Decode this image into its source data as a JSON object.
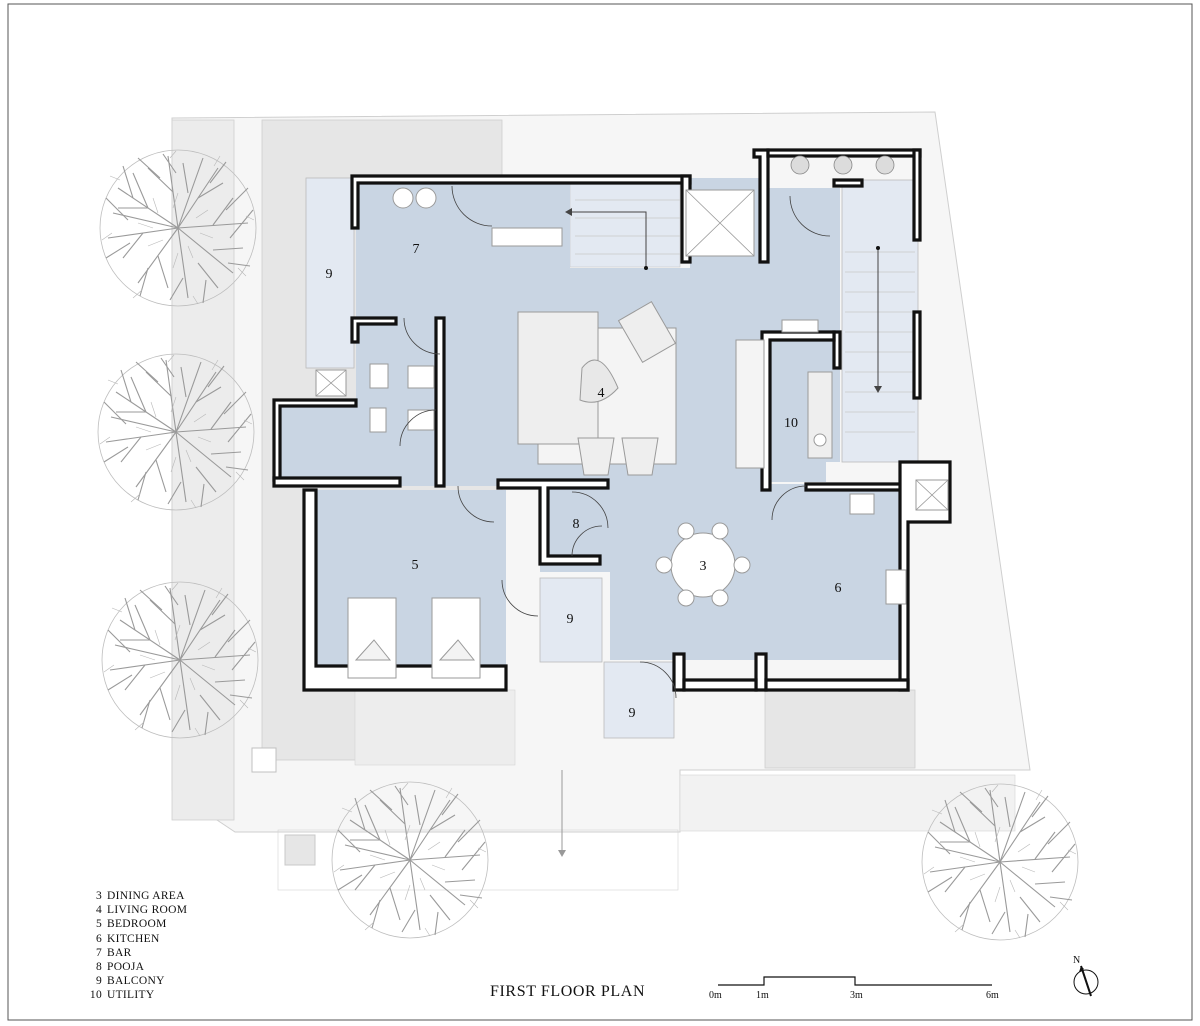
{
  "plan": {
    "title": "FIRST FLOOR PLAN",
    "rooms": [
      {
        "num": "7"
      },
      {
        "num": "9"
      },
      {
        "num": "4"
      },
      {
        "num": "10"
      },
      {
        "num": "5"
      },
      {
        "num": "8"
      },
      {
        "num": "3"
      },
      {
        "num": "6"
      },
      {
        "num": "9"
      },
      {
        "num": "9"
      }
    ],
    "legend": [
      {
        "num": "3",
        "label": "DINING AREA"
      },
      {
        "num": "4",
        "label": "LIVING ROOM"
      },
      {
        "num": "5",
        "label": "BEDROOM"
      },
      {
        "num": "6",
        "label": "KITCHEN"
      },
      {
        "num": "7",
        "label": "BAR"
      },
      {
        "num": "8",
        "label": "POOJA"
      },
      {
        "num": "9",
        "label": "BALCONY"
      },
      {
        "num": "10",
        "label": "UTILITY"
      }
    ],
    "scale": [
      "0m",
      "1m",
      "3m",
      "6m"
    ],
    "north_label": "N"
  },
  "colors": {
    "floor": "#c9d5e3",
    "balcony": "#e3e9f2",
    "wall": "#111111",
    "site": "#ececec",
    "tree": "#9a9a9a"
  },
  "icons": [
    "tree-icon",
    "north-arrow-icon",
    "bed-icon",
    "sofa-icon",
    "chair-icon",
    "sink-icon",
    "stove-icon",
    "toilet-icon"
  ]
}
